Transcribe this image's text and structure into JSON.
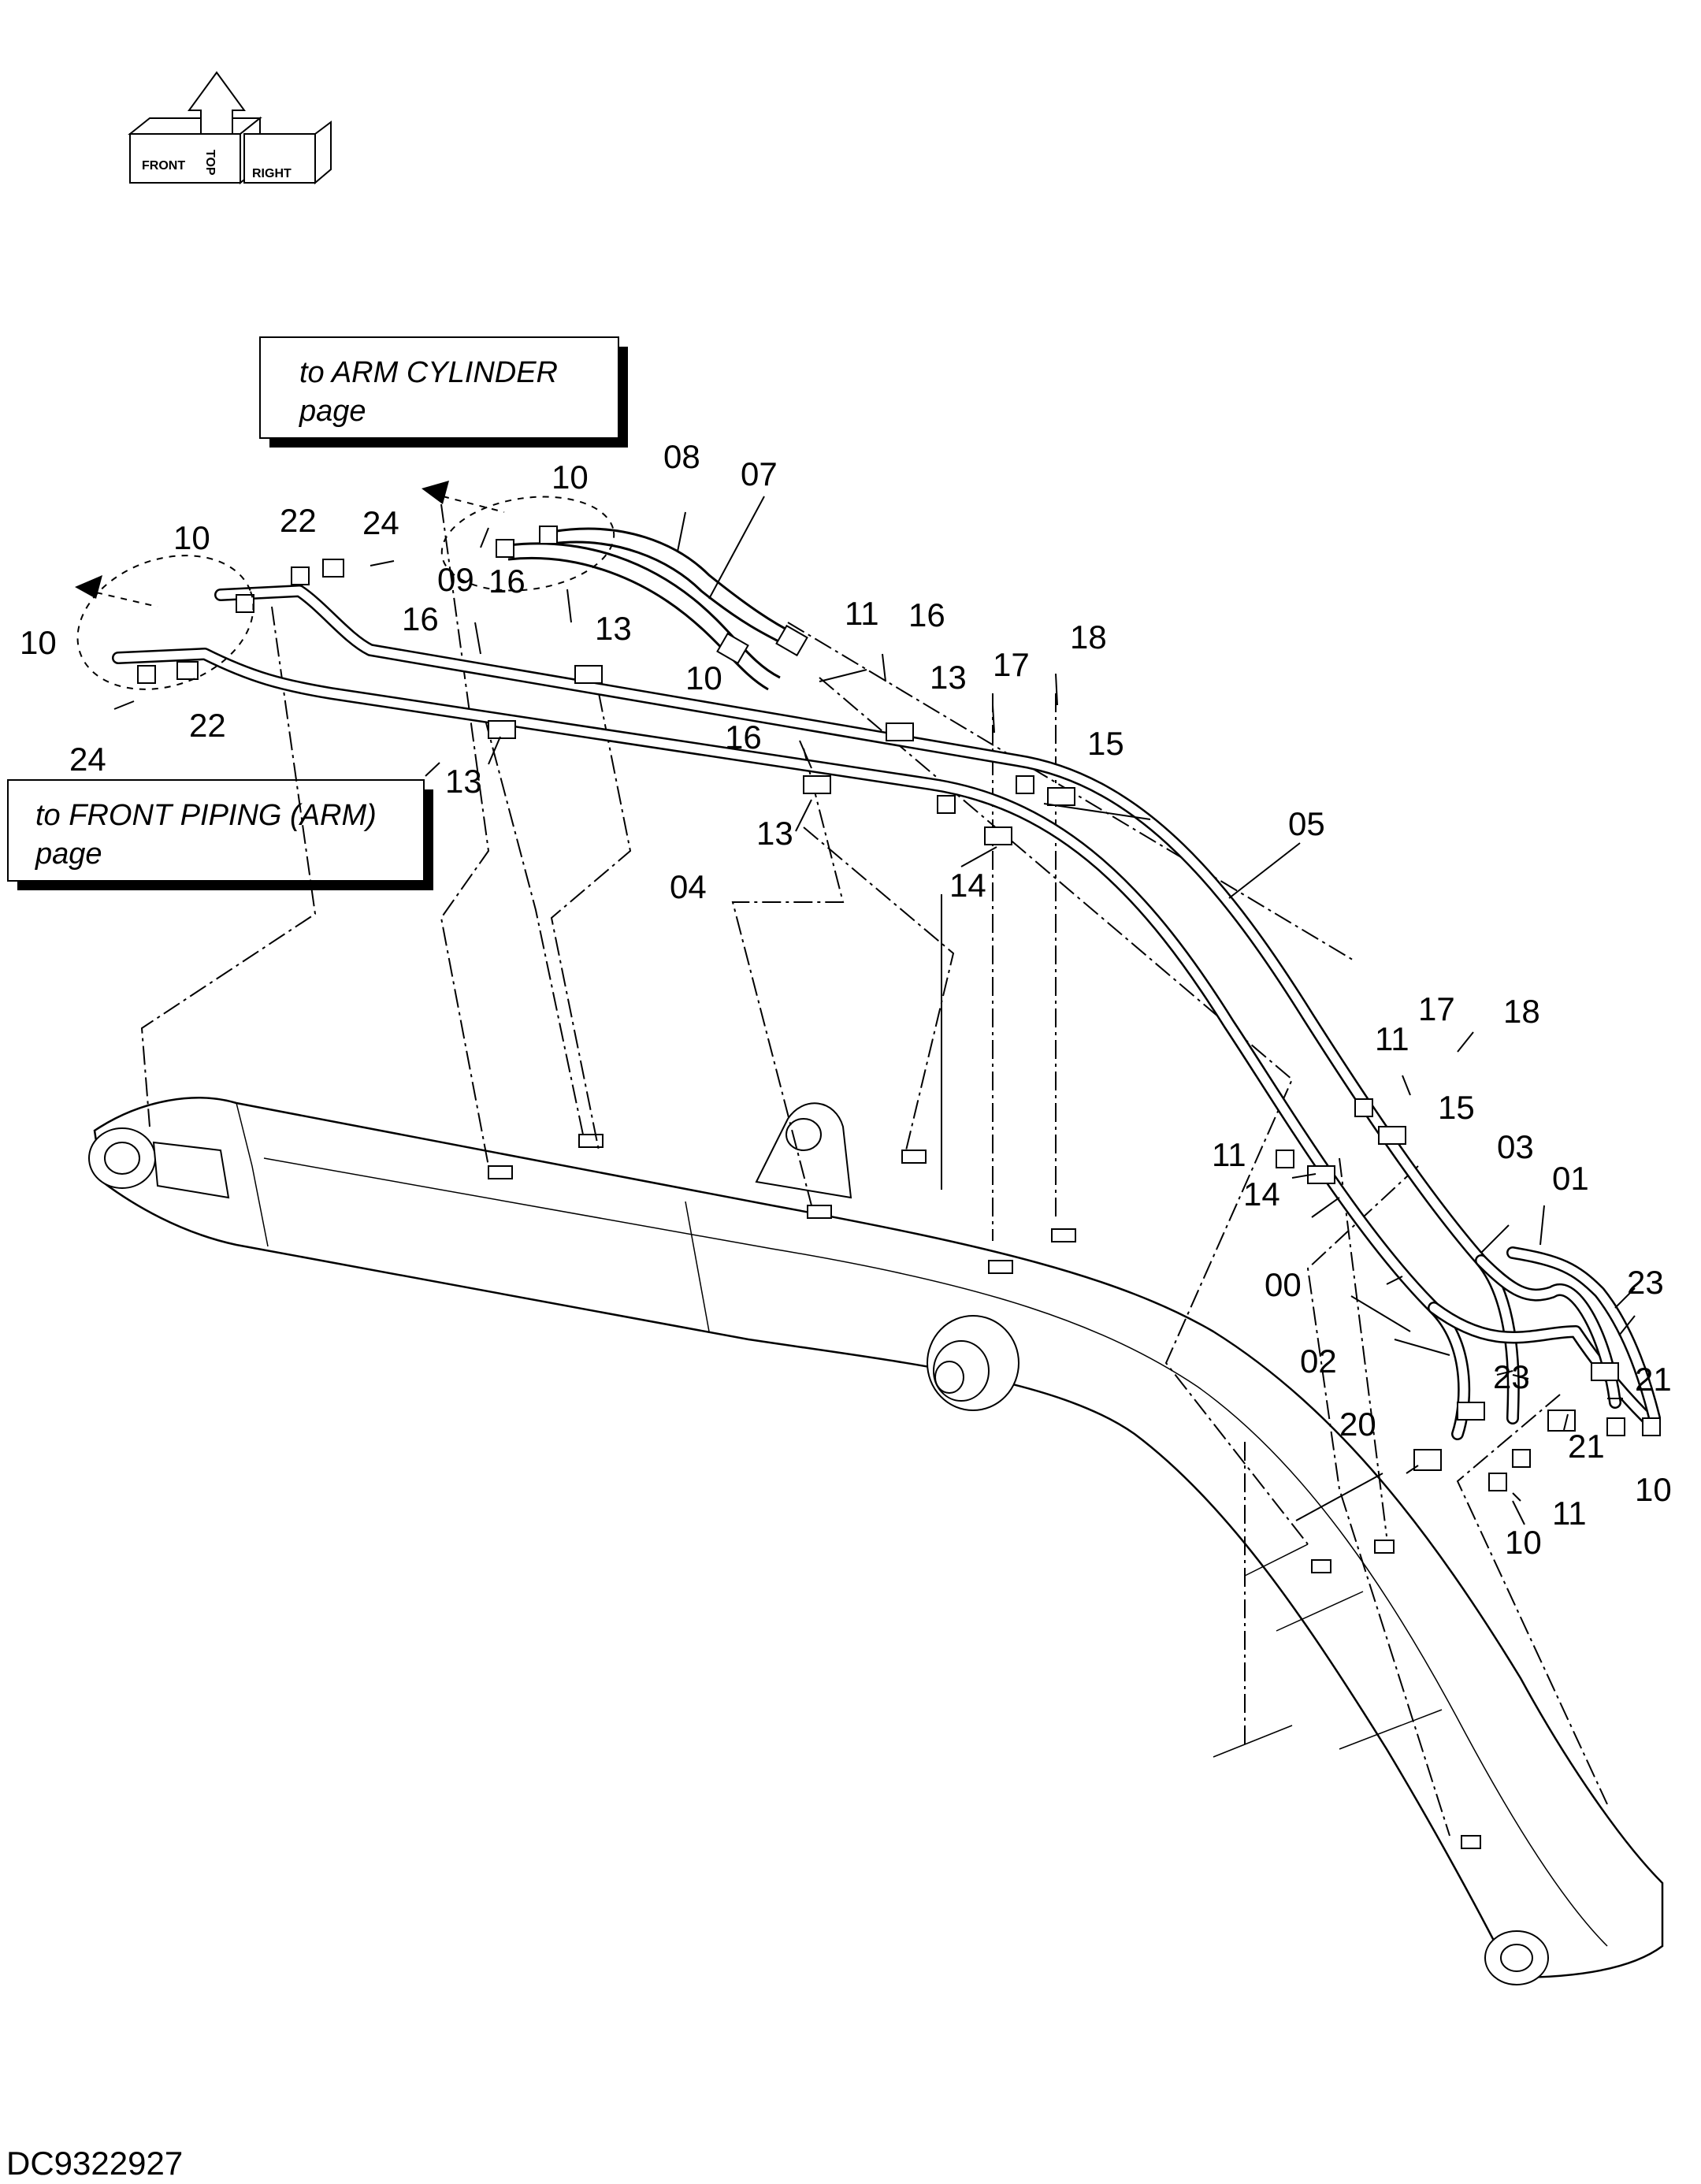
{
  "compass": {
    "front": "FRONT",
    "top": "TOP",
    "right": "RIGHT"
  },
  "notes": {
    "arm_cylinder_line1": "to ARM CYLINDER",
    "arm_cylinder_line2": "page",
    "front_piping_line1": "to FRONT PIPING (ARM)",
    "front_piping_line2": "page"
  },
  "callouts": {
    "c00": "00",
    "c01": "01",
    "c02": "02",
    "c03": "03",
    "c04": "04",
    "c05": "05",
    "c07": "07",
    "c08": "08",
    "c09": "09",
    "c10": "10",
    "c11": "11",
    "c13": "13",
    "c14": "14",
    "c15": "15",
    "c16": "16",
    "c17": "17",
    "c18": "18",
    "c20": "20",
    "c21": "21",
    "c22": "22",
    "c23": "23",
    "c24": "24"
  },
  "drawing_code": "DC9322927"
}
